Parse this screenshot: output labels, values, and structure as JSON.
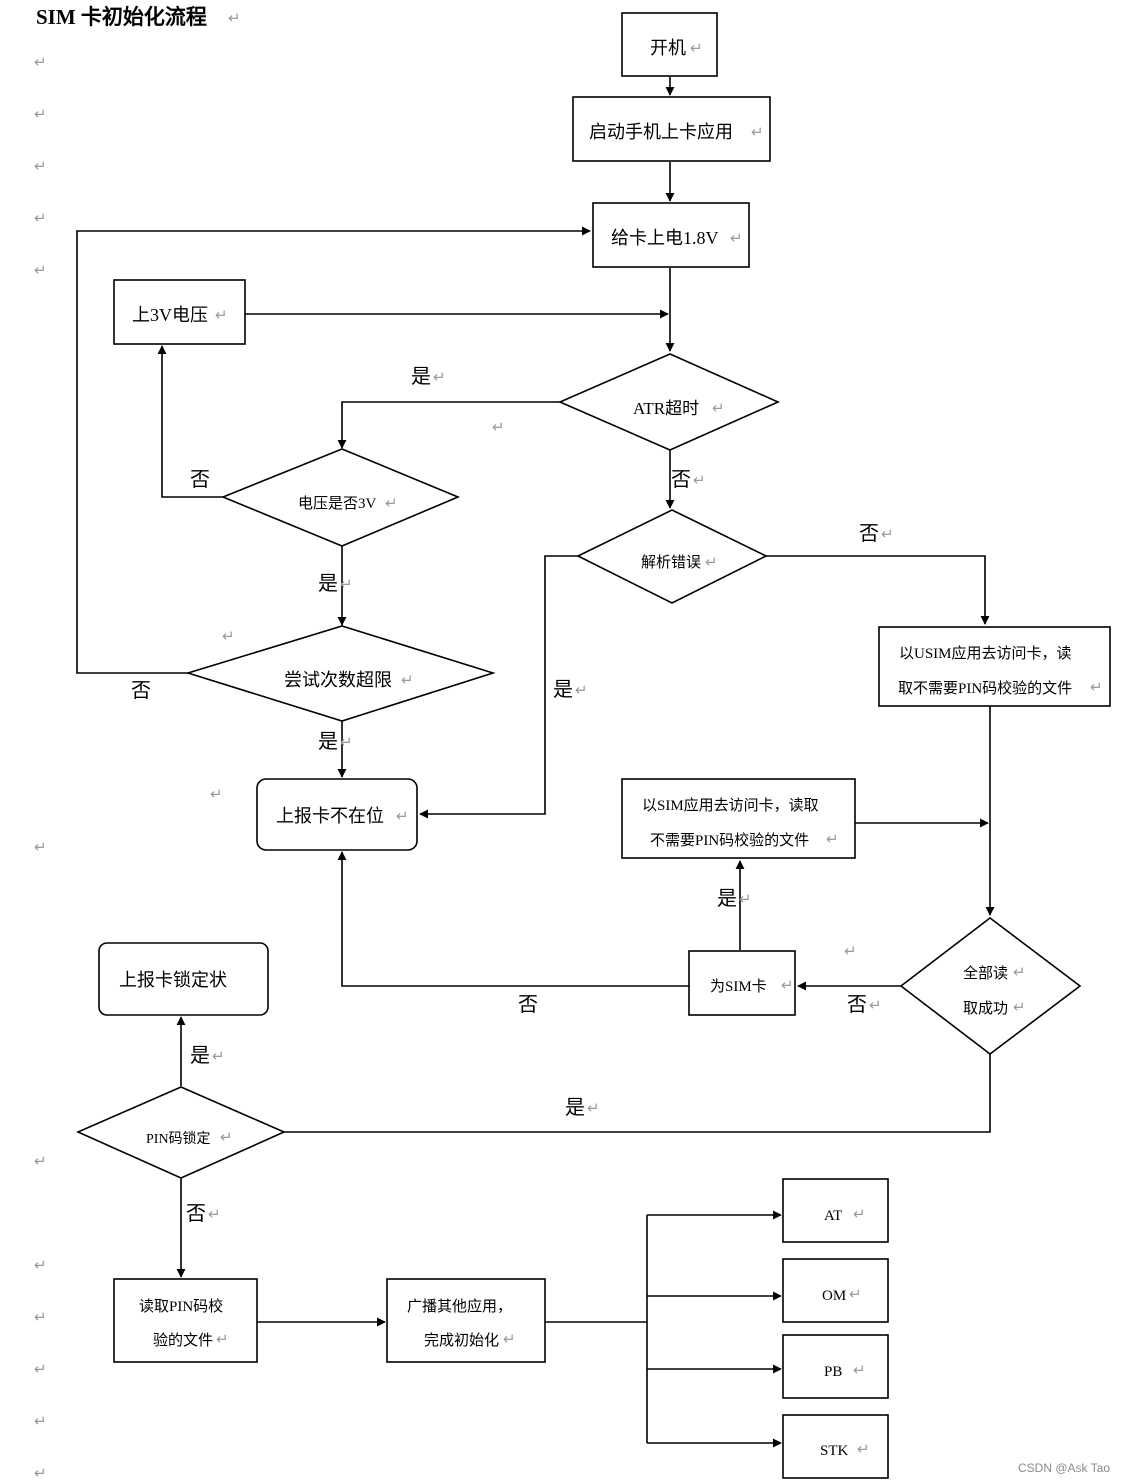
{
  "title": "SIM 卡初始化流程",
  "paragraph_mark": "↵",
  "nodes": {
    "power_on": "开机",
    "start_app": "启动手机上卡应用",
    "power_1v8": "给卡上电1.8V",
    "power_3v": "上3V电压",
    "atr_timeout": "ATR超时",
    "voltage_is_3v": "电压是否3V",
    "parse_error": "解析错误",
    "retry_limit": "尝试次数超限",
    "usim_read_line1": "以USIM应用去访问卡，读",
    "usim_read_line2": "取不需要PIN码校验的文件",
    "report_absent": "上报卡不在位",
    "sim_read_line1": "以SIM应用去访问卡，读取",
    "sim_read_line2": "不需要PIN码校验的文件",
    "is_sim_card": "为SIM卡",
    "all_read_line1": "全部读",
    "all_read_line2": "取成功",
    "report_locked": "上报卡锁定状",
    "pin_locked": "PIN码锁定",
    "read_pin_line1": "读取PIN码校",
    "read_pin_line2": "验的文件",
    "broadcast_line1": "广播其他应用，",
    "broadcast_line2": "完成初始化",
    "app_at": "AT",
    "app_om": "OM",
    "app_pb": "PB",
    "app_stk": "STK"
  },
  "edge_labels": {
    "yes": "是",
    "no": "否"
  },
  "watermark": "CSDN @Ask Tao"
}
